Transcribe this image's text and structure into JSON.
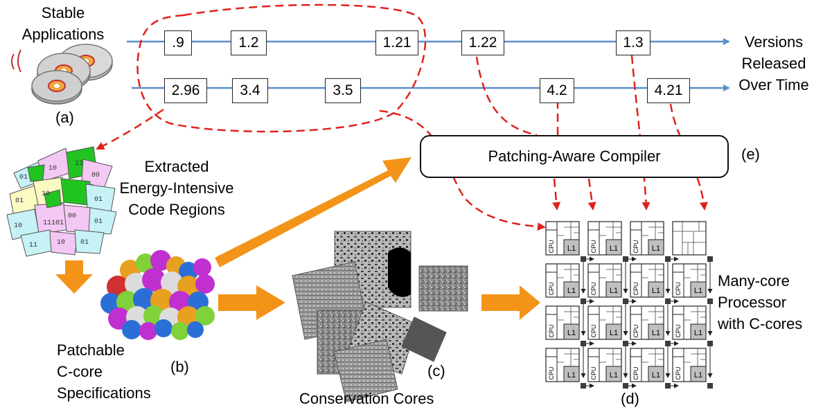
{
  "labels": {
    "stable_applications": [
      "Stable",
      "Applications"
    ],
    "versions_released": [
      "Versions",
      "Released",
      "Over Time"
    ],
    "extracted": [
      "Extracted",
      "Energy-Intensive",
      "Code Regions"
    ],
    "patchable": [
      "Patchable",
      "C-core",
      "Specifications"
    ],
    "conservation_cores": "Conservation Cores",
    "many_core": [
      "Many-core",
      "Processor",
      "with C-cores"
    ],
    "compiler": "Patching-Aware Compiler",
    "markers": {
      "a": "(a)",
      "b": "(b)",
      "c": "(c)",
      "d": "(d)",
      "e": "(e)"
    }
  },
  "timeline_1": [
    ".9",
    "1.2",
    "1.21",
    "1.22",
    "1.3"
  ],
  "timeline_2": [
    "2.96",
    "3.4",
    "3.5",
    "4.2",
    "4.21"
  ],
  "grid": {
    "cpu_label": "CPU",
    "l1_label": "L1",
    "rows": 4,
    "cols": 4
  },
  "code_fragments": [
    "01",
    "10",
    "11",
    "00",
    "01",
    "10",
    "11101",
    "00",
    "01",
    "10",
    "01",
    "11",
    "10",
    "01"
  ],
  "colors": {
    "timeline": "#5b8fc9",
    "arrow_dashed": "#e0201b",
    "arrow_block": "#f39419",
    "border": "#222222",
    "l1_fill": "#bfbfbf",
    "router": "#3d3d3d"
  }
}
